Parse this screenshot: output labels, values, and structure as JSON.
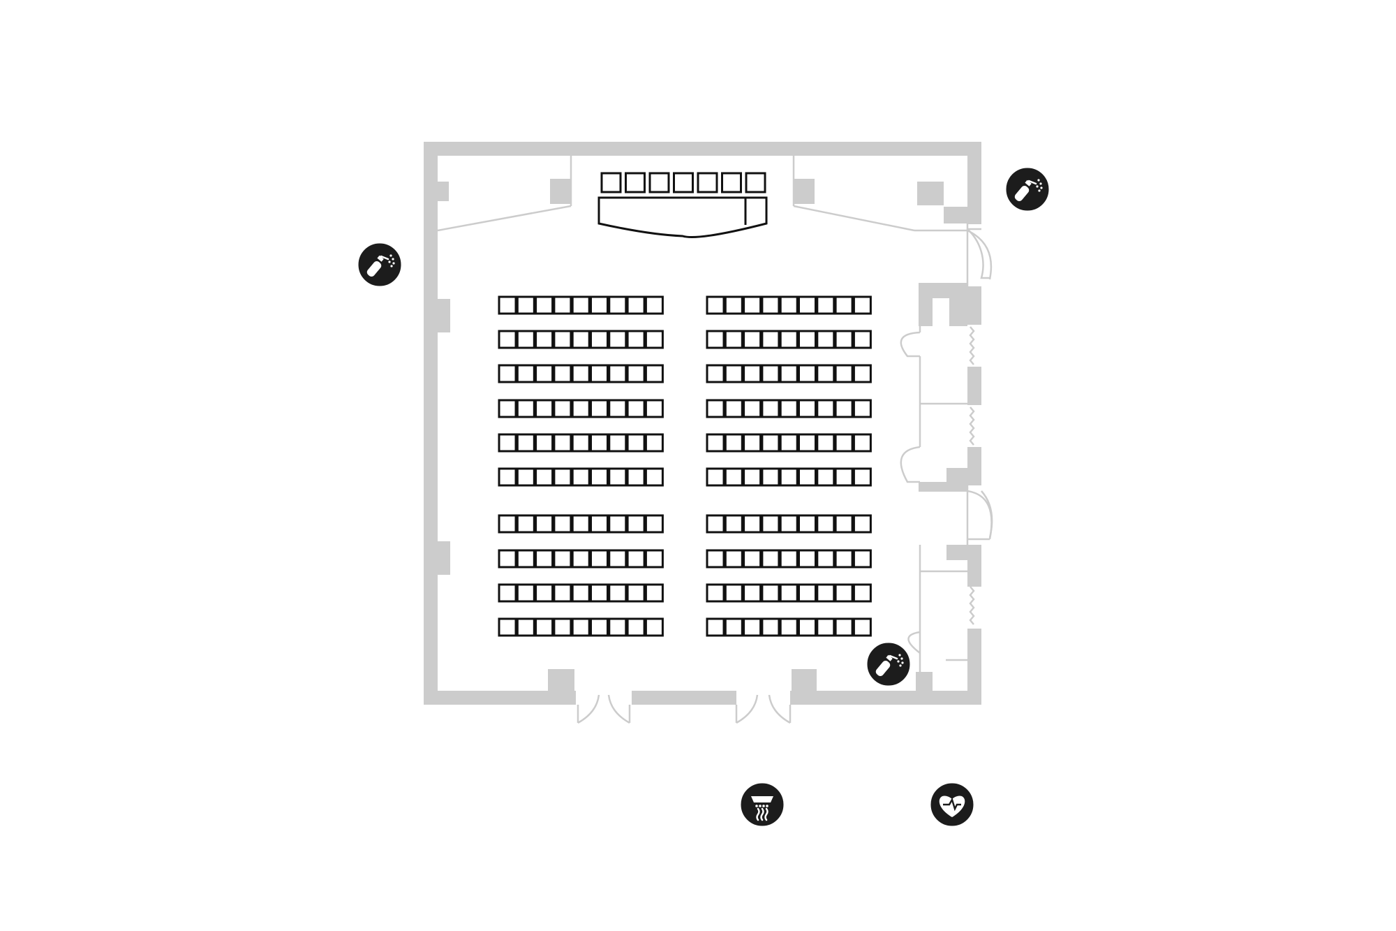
{
  "floor_plan": {
    "wall_color": "#cccccc",
    "seat_stroke_color": "#111111",
    "icon_badge_color": "#1c1c1c",
    "seating": {
      "left_block": {
        "rows": 10,
        "seats_per_row": 9
      },
      "right_block": {
        "rows": 10,
        "seats_per_row": 9
      },
      "front_table_seats": 7
    },
    "icons": [
      {
        "icon": "fire-extinguisher-icon"
      },
      {
        "icon": "fire-extinguisher-icon"
      },
      {
        "icon": "fire-extinguisher-icon"
      },
      {
        "icon": "smoke-detector-icon"
      },
      {
        "icon": "aed-heart-icon"
      }
    ]
  }
}
